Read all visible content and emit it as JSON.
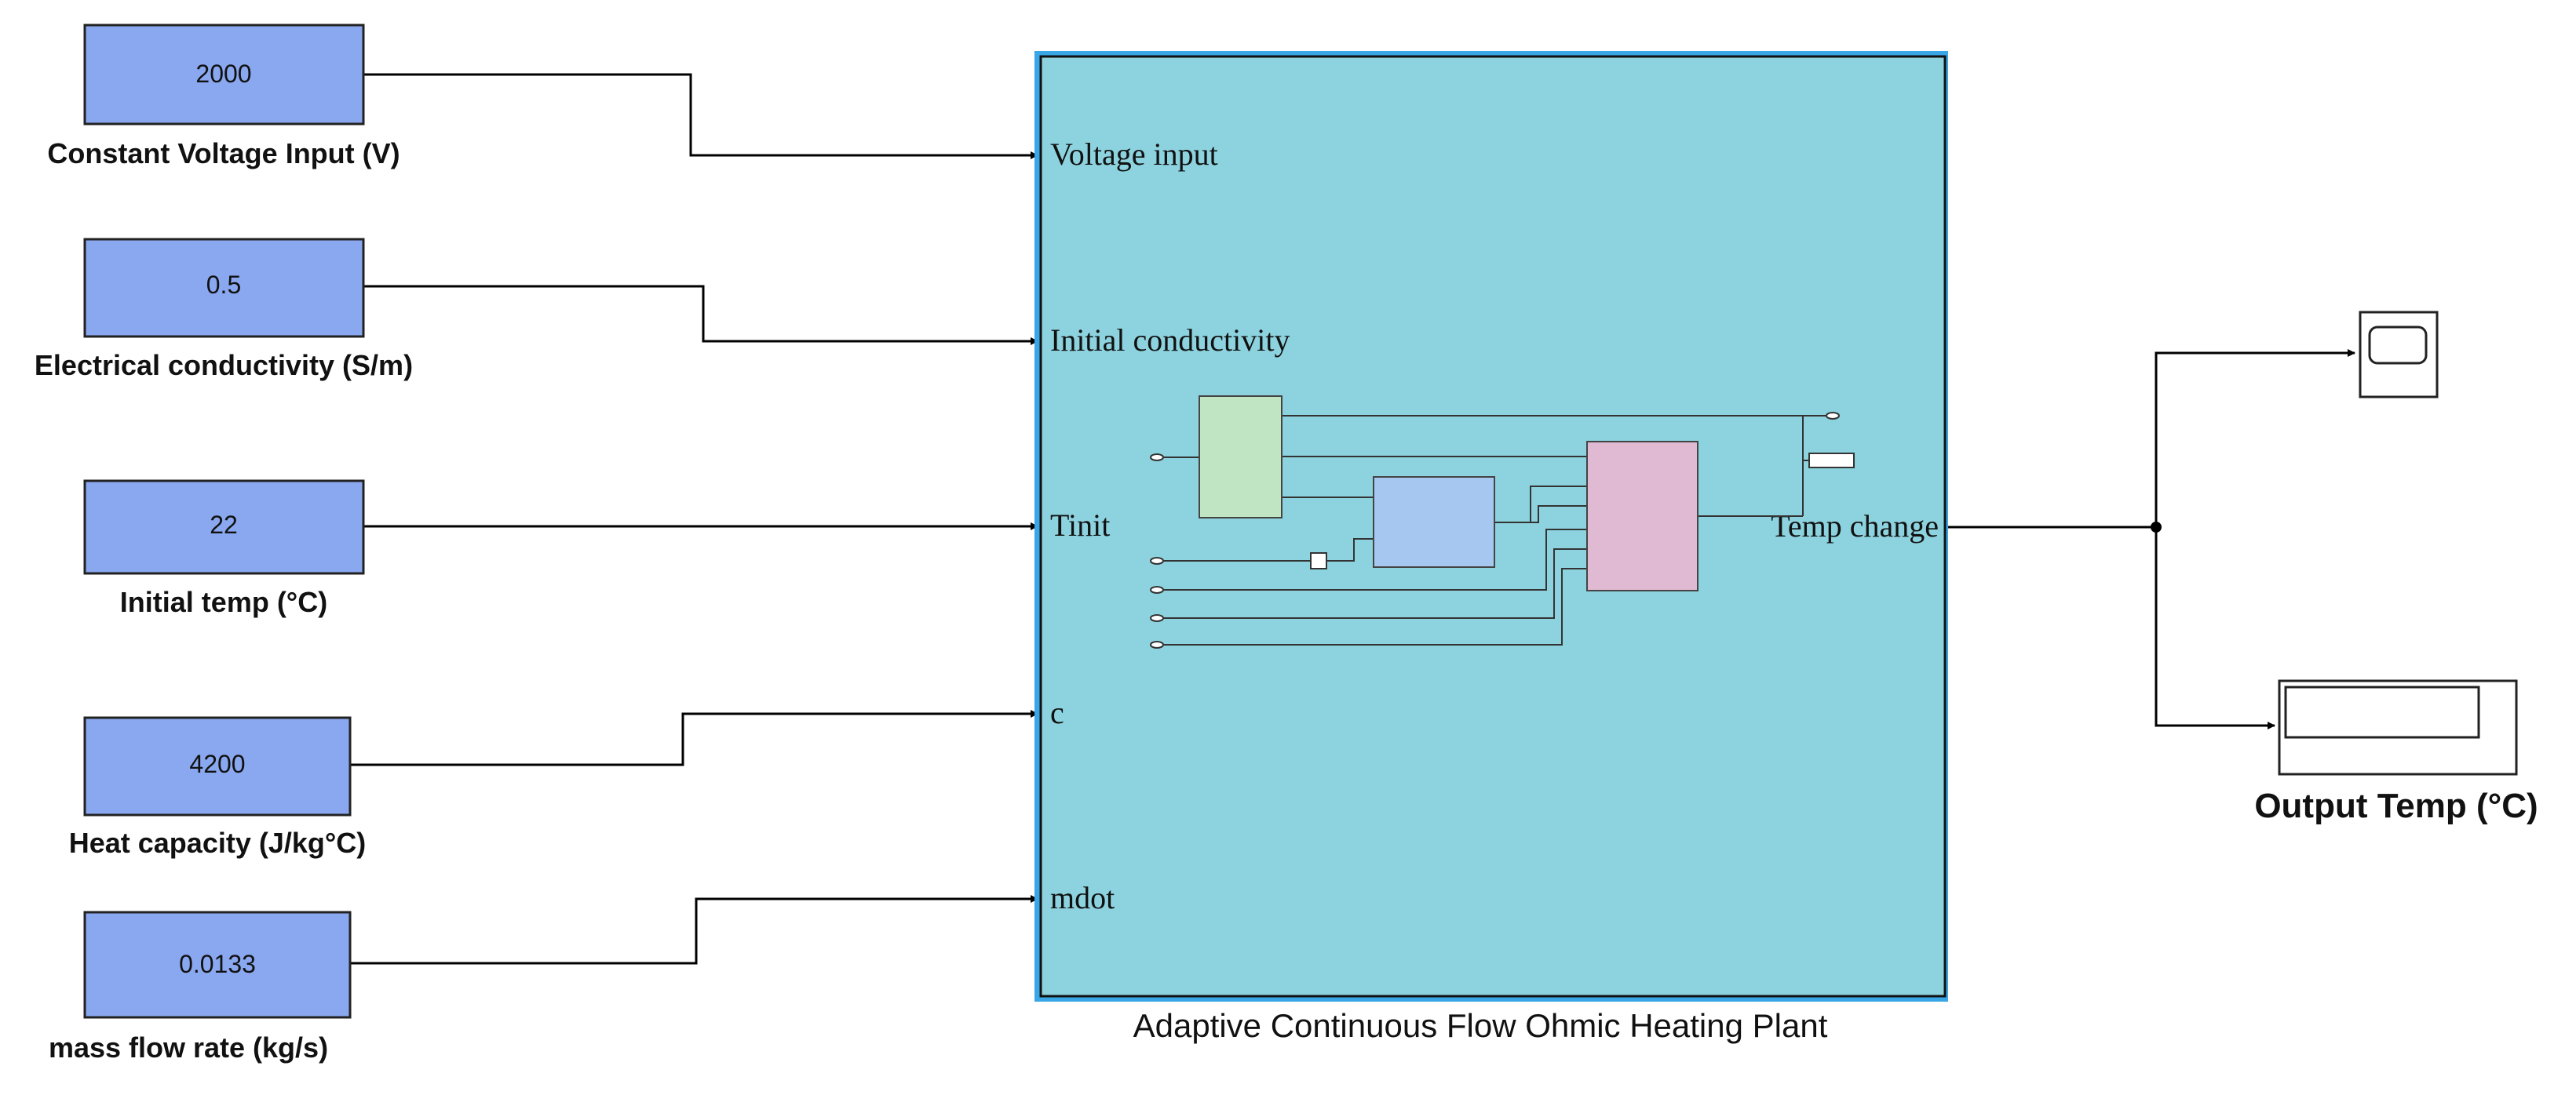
{
  "constants": [
    {
      "value": "2000",
      "label": "Constant Voltage Input (V)"
    },
    {
      "value": "0.5",
      "label": "Electrical conductivity (S/m)"
    },
    {
      "value": "22",
      "label": "Initial temp (°C)"
    },
    {
      "value": "4200",
      "label": "Heat capacity (J/kg°C)"
    },
    {
      "value": "0.0133",
      "label": "mass flow rate (kg/s)"
    }
  ],
  "subsystem": {
    "title": "Adaptive Continuous Flow Ohmic Heating Plant",
    "inputs": [
      "Voltage input",
      "Initial conductivity",
      "Tinit",
      "c",
      "mdot"
    ],
    "output": "Temp change"
  },
  "display": {
    "label": "Output Temp (°C)"
  },
  "colors": {
    "constant_fill": "#8aa8f0",
    "subsystem_fill": "#8dd3df",
    "subsystem_border": "#39a6e6",
    "inner_green": "#c0e5c2",
    "inner_blue": "#a6c8f0",
    "inner_pink": "#e0b9d3"
  }
}
